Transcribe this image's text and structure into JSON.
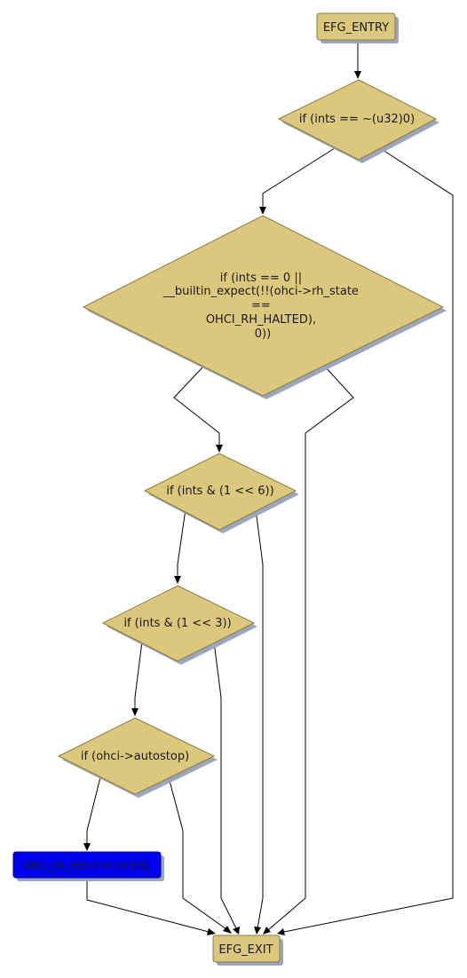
{
  "colors": {
    "node_fill": "#dcc87c",
    "node_stroke": "#8a7a3c",
    "shadow": "#9aa6bd",
    "highlight_fill": "#0000f0",
    "highlight_stroke": "#000090",
    "edge": "#000000"
  },
  "nodes": {
    "entry": {
      "label": "EFG_ENTRY"
    },
    "cond1": {
      "label": "if (ints == ~(u32)0)"
    },
    "cond2": {
      "lines": [
        "if (ints == 0 ||",
        "__builtin_expect(!!(ohci->rh_state",
        "==",
        "OHCI_RH_HALTED),",
        "0))"
      ]
    },
    "cond3": {
      "label": "if (ints & (1 << 6))"
    },
    "cond4": {
      "label": "if (ints & (1 << 3))"
    },
    "cond5": {
      "label": "if (ohci->autostop)"
    },
    "resume": {
      "label": "ohci_rh_resume (ohci);"
    },
    "exit": {
      "label": "EFG_EXIT"
    }
  }
}
